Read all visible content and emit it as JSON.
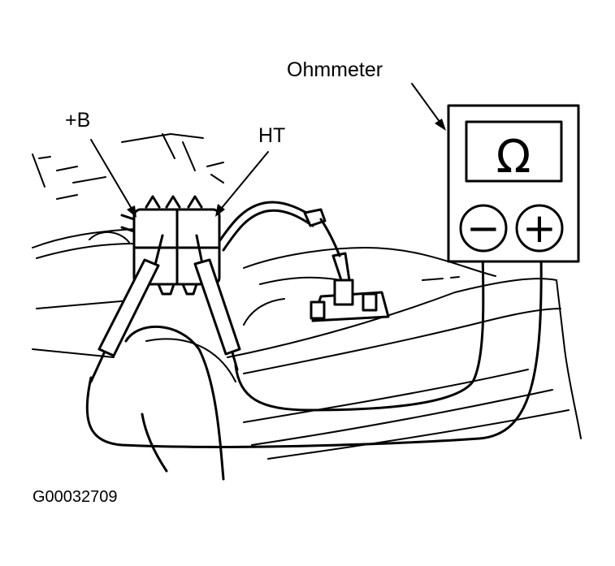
{
  "labels": {
    "meter": "Ohmmeter",
    "terminal_b": "+B",
    "terminal_ht": "HT",
    "figure_code": "G00032709"
  },
  "meter": {
    "display_symbol": "Ω",
    "negative_symbol": "−",
    "positive_symbol": "+"
  }
}
